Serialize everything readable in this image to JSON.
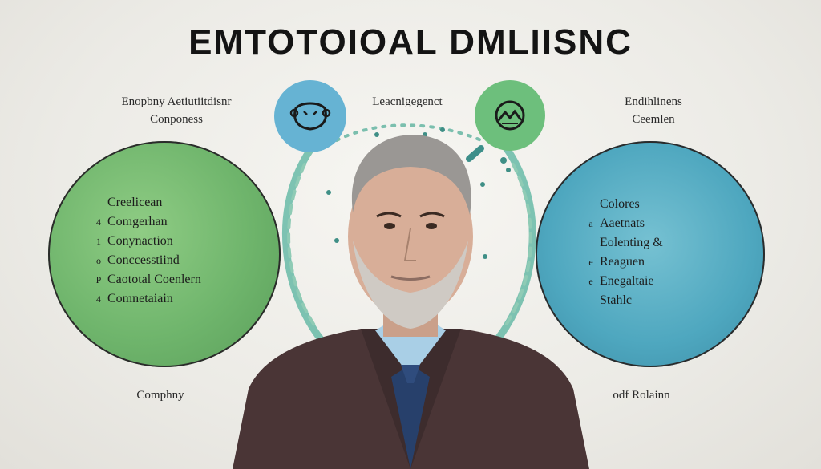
{
  "title": "EMTOTOIOAL DMLIISNC",
  "top_left": {
    "line1": "Enopbny Aetiutiitdisnr",
    "line2": "Conponess"
  },
  "top_center": "Leacnigegenct",
  "top_right": {
    "line1": "Endihlinens",
    "line2": "Ceemlen"
  },
  "left_list": [
    {
      "mark": "",
      "text": "Creelicean"
    },
    {
      "mark": "4",
      "text": "Comgerhan"
    },
    {
      "mark": "1",
      "text": "Conynaction"
    },
    {
      "mark": "o",
      "text": "Conccesstiind"
    },
    {
      "mark": "P",
      "text": "Caototal Coenlern"
    },
    {
      "mark": "4",
      "text": "Comnetaiain"
    }
  ],
  "right_list": [
    {
      "mark": "",
      "text": "Colores"
    },
    {
      "mark": "a",
      "text": "Aaetnats"
    },
    {
      "mark": "",
      "text": "Eolenting &"
    },
    {
      "mark": "e",
      "text": "Reaguen"
    },
    {
      "mark": "e",
      "text": "Enegaltaie"
    },
    {
      "mark": "",
      "text": "Stahlc"
    }
  ],
  "bottom_left": "Comphny",
  "bottom_right": "odf Rolainn",
  "colors": {
    "left_circle": "#6fb56c",
    "right_circle": "#4ea7bf",
    "face_badge": "#66b3d3",
    "mountain_badge": "#6dbf7c",
    "rings": "#5fb6a3"
  },
  "icons": [
    "face-icon",
    "mountain-icon"
  ]
}
